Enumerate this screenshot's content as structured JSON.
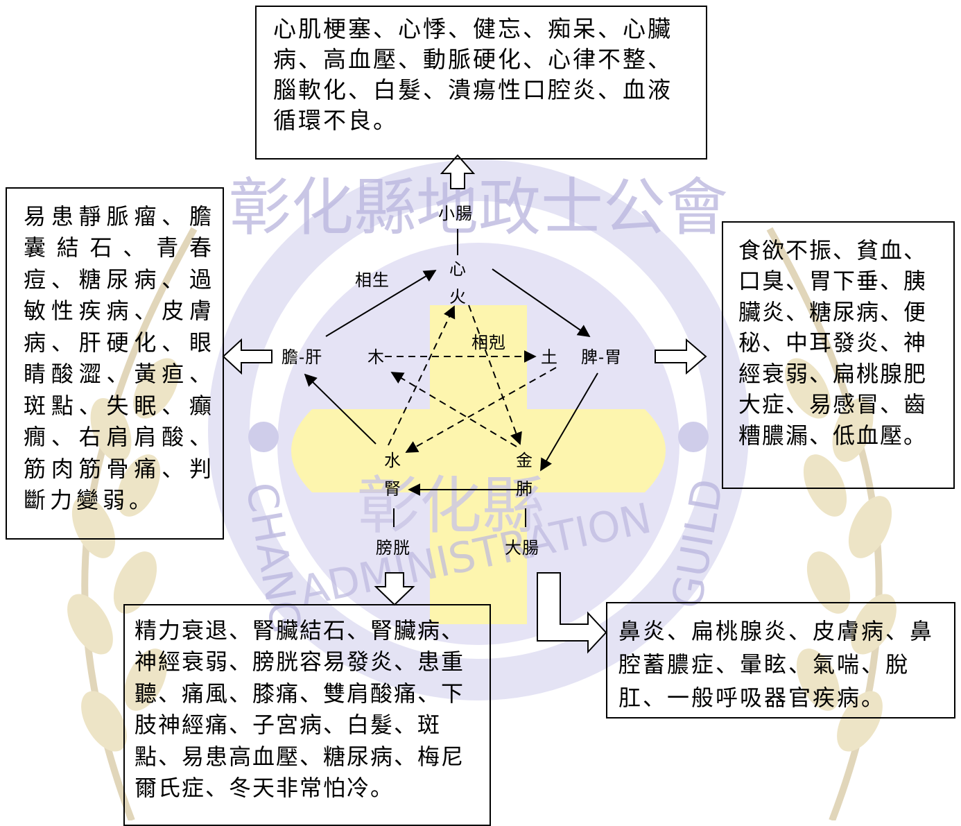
{
  "boxes": {
    "top": "心肌梗塞、心悸、健忘、痴呆、心臟病、高血壓、動脈硬化、心律不整、腦軟化、白髮、潰瘍性口腔炎、血液循環不良。",
    "left": "易患靜脈瘤、膽囊結石、青春痘、糖尿病、過敏性疾病、皮膚病、肝硬化、眼睛酸澀、黃疸、斑點、失眠、癲癇、右肩肩酸、筋肉筋骨痛、判斷力變弱。",
    "right": "食欲不振、貧血、口臭、胃下垂、胰臟炎、糖尿病、便秘、中耳發炎、神經衰弱、扁桃腺肥大症、易感冒、齒糟膿漏、低血壓。",
    "bottom_left": "精力衰退、腎臟結石、腎臟病、神經衰弱、膀胱容易發炎、患重聽、痛風、膝痛、雙肩酸痛、下肢神經痛、子宮病、白髮、斑點、易患高血壓、糖尿病、梅尼爾氏症、冬天非常怕冷。",
    "bottom_right": "鼻炎、扁桃腺炎、皮膚病、鼻腔蓄膿症、暈眩、氣喘、脫肛、一般呼吸器官疾病。"
  },
  "labels": {
    "small_intestine": "小腸",
    "heart": "心",
    "fire": "火",
    "generating": "相生",
    "overcoming": "相剋",
    "gallbladder_liver": "膽-肝",
    "wood": "木",
    "earth": "土",
    "spleen_stomach": "脾-胃",
    "water": "水",
    "kidney": "腎",
    "metal": "金",
    "lung": "肺",
    "bladder": "膀胱",
    "large_intestine": "大腸"
  },
  "watermark": {
    "top_text": "彰化縣地政士公會",
    "left_text": "CHANG",
    "right_text": "GUILD",
    "bottom_text": "ADMINISTRATION",
    "center_text": "彰化縣",
    "colors": {
      "circle": "#d9d7ef",
      "cross": "#fff6a6",
      "wheat": "#d8c89a",
      "text": "#bcb8df"
    }
  }
}
